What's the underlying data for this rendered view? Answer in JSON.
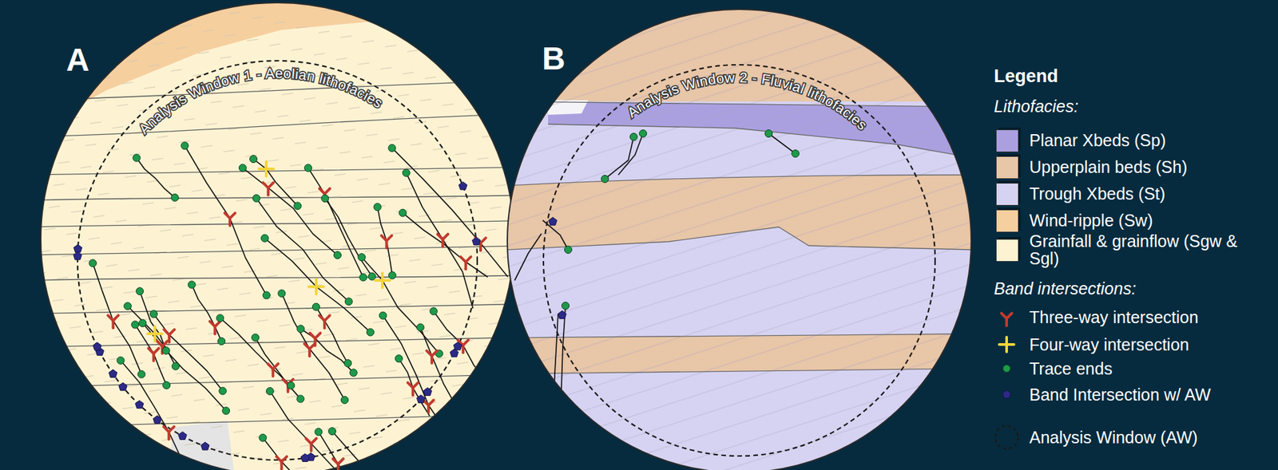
{
  "diagram": {
    "nodes": [
      {
        "text": [
          "A",
          "Analysis Window 1 - Aeolian lithofacies"
        ]
      },
      {
        "text": [
          "B",
          "Analysis Window 2 - Fluvial lithofacies"
        ]
      }
    ],
    "labels": [
      "Legend",
      "Lithofacies:",
      "Band intersections:"
    ],
    "legend": [
      {
        "text": "Planar Xbeds (Sp)",
        "color": "#aaa0e0"
      },
      {
        "text": "Upperplain beds (Sh)",
        "color": "#e8c6a8"
      },
      {
        "text": "Trough Xbeds (St)",
        "color": "#d6d3f2"
      },
      {
        "text": "Wind-ripple (Sw)",
        "color": "#f6cf9f"
      },
      {
        "text": "Grainfall & grainflow (Sgw & Sgl)",
        "color": "#fdf3d3"
      },
      {
        "text": "Three-way intersection"
      },
      {
        "text": "Four-way intersection"
      },
      {
        "text": "Trace ends"
      },
      {
        "text": "Band Intersection w/ AW"
      },
      {
        "text": "Analysis Window (AW)"
      }
    ]
  }
}
